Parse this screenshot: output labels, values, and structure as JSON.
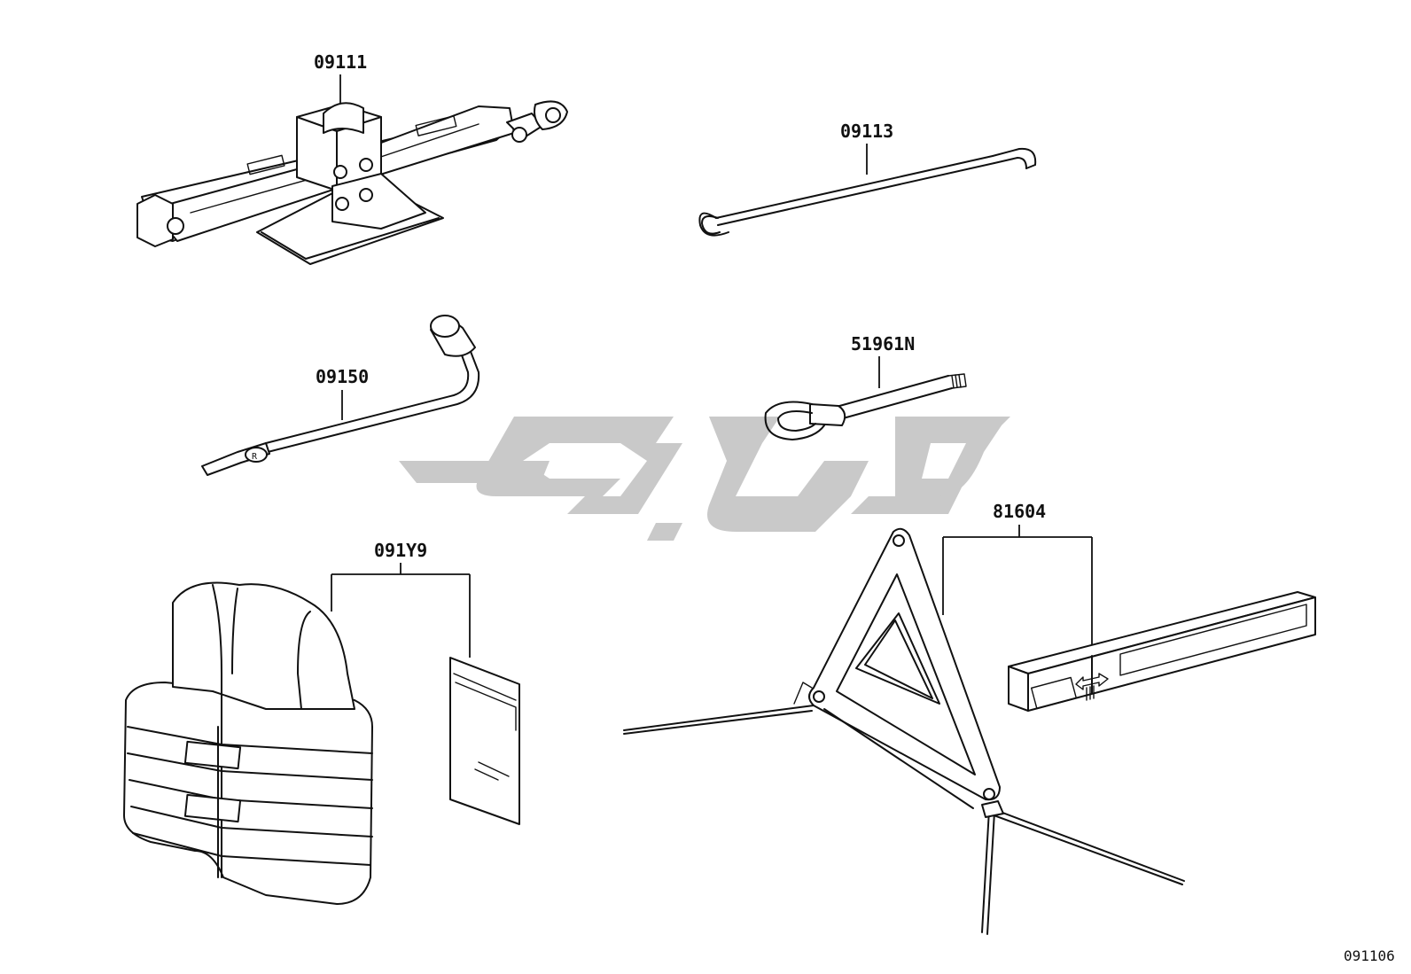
{
  "diagram": {
    "figure_id": "091106",
    "parts": [
      {
        "key": "jack",
        "number": "09111"
      },
      {
        "key": "jack_handle",
        "number": "09113"
      },
      {
        "key": "lug_wrench",
        "number": "09150"
      },
      {
        "key": "towing_eye",
        "number": "51961N"
      },
      {
        "key": "safety_vest",
        "number": "091Y9"
      },
      {
        "key": "warning_triangle",
        "number": "81604"
      }
    ]
  },
  "colors": {
    "line": "#111111",
    "background": "#ffffff",
    "watermark": "#c9c9c9"
  }
}
